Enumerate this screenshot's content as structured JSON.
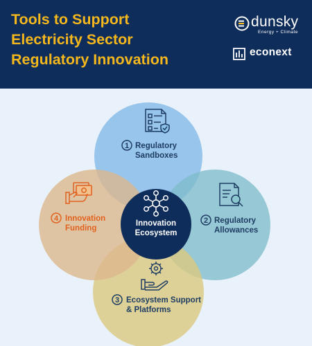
{
  "header": {
    "title_lines": [
      "Tools to Support",
      "Electricity Sector",
      "Regulatory Innovation"
    ],
    "dunsky_name": "dunsky",
    "dunsky_tagline": "Energy + Climate",
    "econext_name": "econext"
  },
  "diagram": {
    "center": {
      "line1": "Innovation",
      "line2": "Ecosystem",
      "icon": "network-hub-icon"
    },
    "circles": [
      {
        "number": "1",
        "line1": "Regulatory",
        "line2": "Sandboxes",
        "icon": "checklist-document-icon",
        "color": "#8dc3ea"
      },
      {
        "number": "2",
        "line1": "Regulatory",
        "line2": "Allowances",
        "icon": "document-magnifier-icon",
        "color": "#8cc7d0"
      },
      {
        "number": "3",
        "line1": "Ecosystem Support",
        "line2": "& Platforms",
        "icon": "hand-gear-icon",
        "color": "#f0d482"
      },
      {
        "number": "4",
        "line1": "Innovation",
        "line2": "Funding",
        "icon": "hand-money-icon",
        "color": "#f2c18e"
      }
    ],
    "text_color": "#1f3d63",
    "funding_color": "#e1621f"
  }
}
